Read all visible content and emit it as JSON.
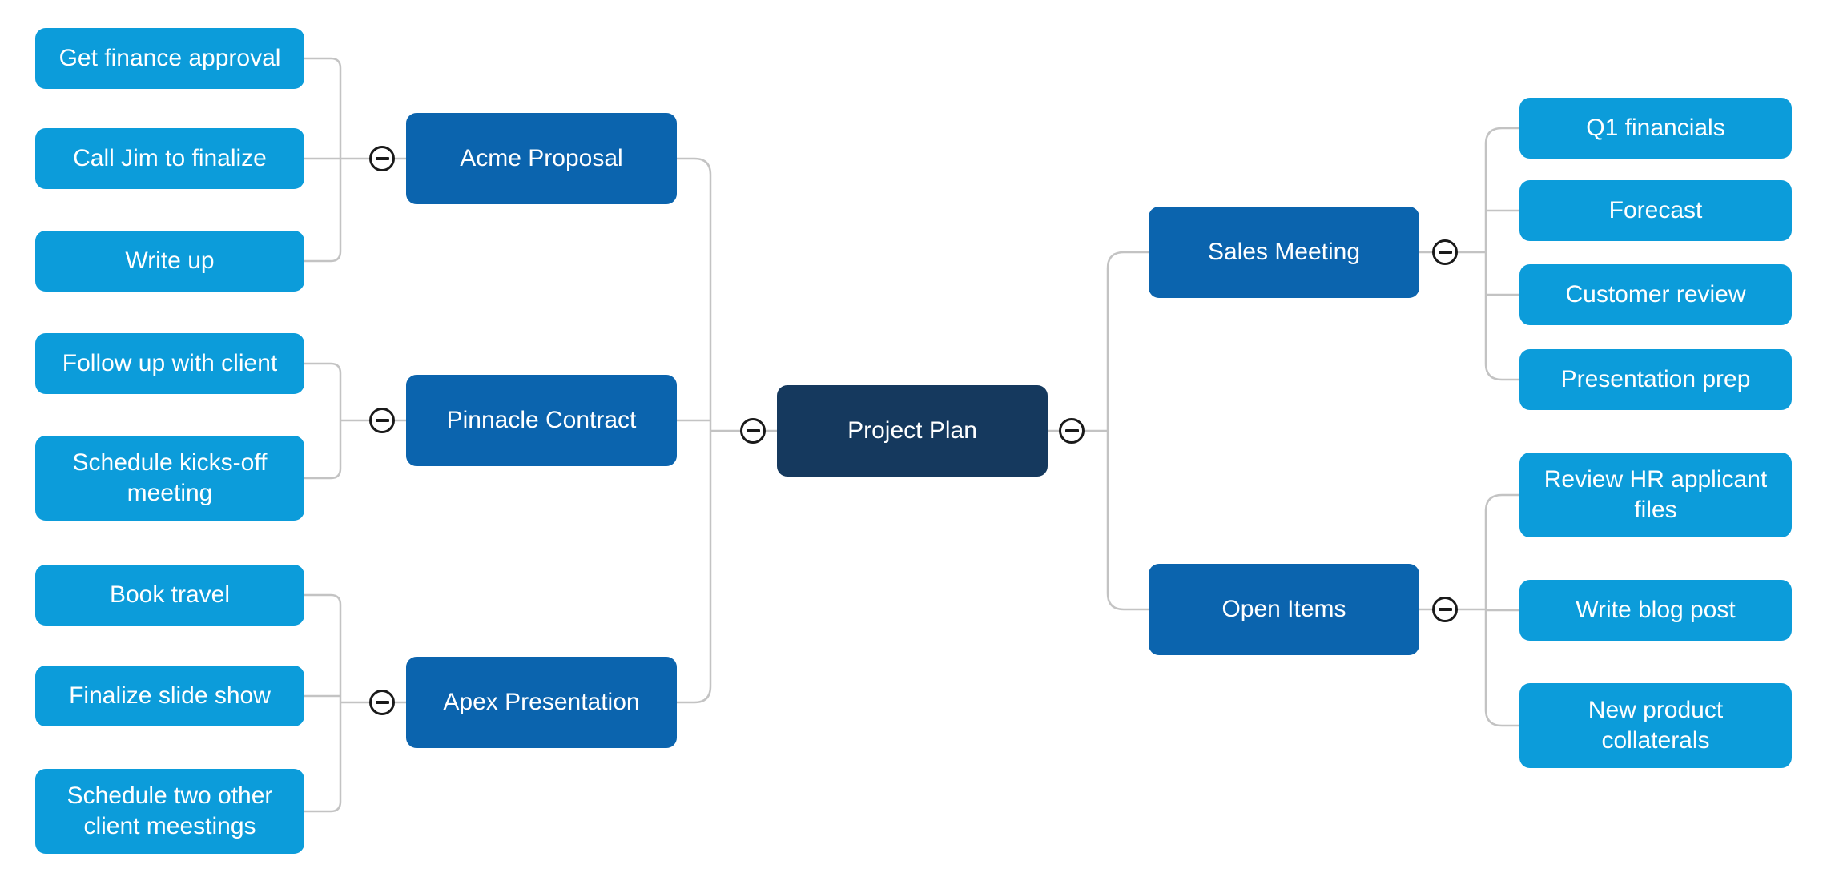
{
  "theme": {
    "background": "#FFFFFF",
    "root_color": "#15395E",
    "branch_color": "#0B64AE",
    "leaf_color": "#0C9CDA",
    "connector_color": "#C3C3C3",
    "collapse_icon_color": "#1A1A1A",
    "node_text_color": "#FFFFFF"
  },
  "mindmap": {
    "root": {
      "label": "Project Plan"
    },
    "left_branches": [
      {
        "label": "Acme Proposal",
        "children": [
          {
            "label": "Get finance approval"
          },
          {
            "label": "Call Jim to finalize"
          },
          {
            "label": "Write up"
          }
        ]
      },
      {
        "label": "Pinnacle Contract",
        "children": [
          {
            "label": "Follow up with client"
          },
          {
            "label": "Schedule kicks-off meeting"
          }
        ]
      },
      {
        "label": "Apex Presentation",
        "children": [
          {
            "label": "Book travel"
          },
          {
            "label": "Finalize slide show"
          },
          {
            "label": "Schedule two other client meestings"
          }
        ]
      }
    ],
    "right_branches": [
      {
        "label": "Sales Meeting",
        "children": [
          {
            "label": "Q1 financials"
          },
          {
            "label": "Forecast"
          },
          {
            "label": "Customer review"
          },
          {
            "label": "Presentation prep"
          }
        ]
      },
      {
        "label": "Open Items",
        "children": [
          {
            "label": "Review HR applicant files"
          },
          {
            "label": "Write blog post"
          },
          {
            "label": "New product collaterals"
          }
        ]
      }
    ],
    "collapse_icon": "minus"
  }
}
